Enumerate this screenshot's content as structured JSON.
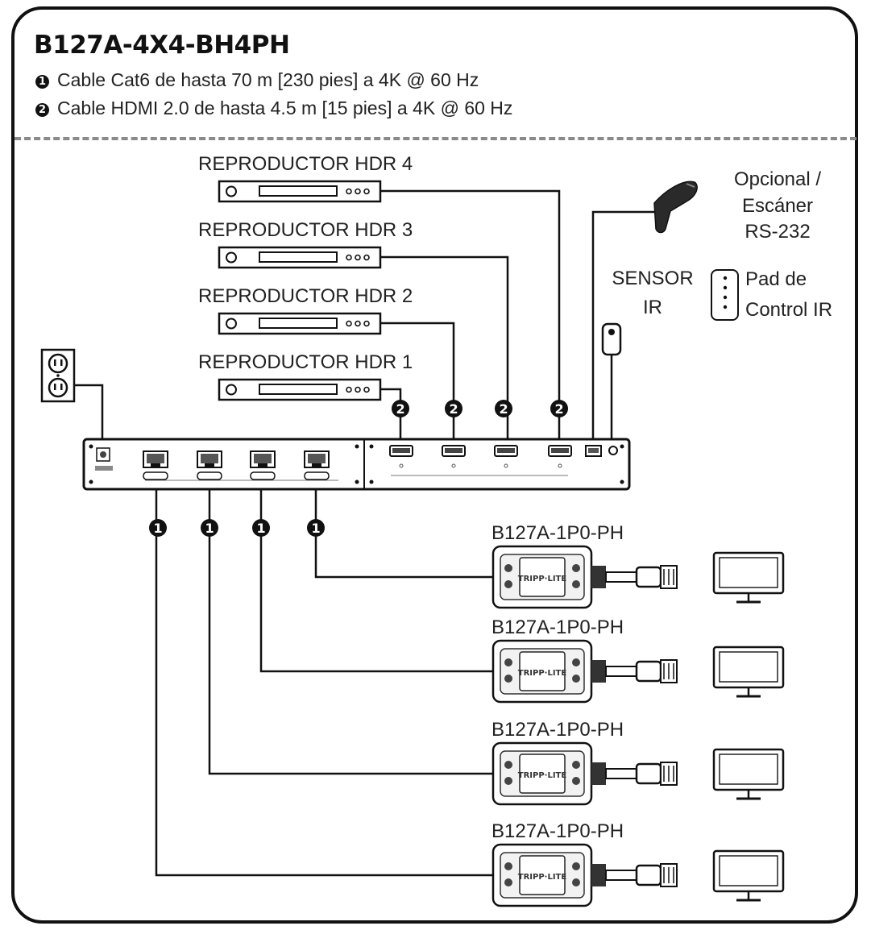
{
  "title": "B127A-4X4-BH4PH",
  "legend": [
    {
      "marker": "1",
      "text": "Cable Cat6 de hasta 70 m [230 pies] a 4K @ 60 Hz"
    },
    {
      "marker": "2",
      "text": "Cable HDMI 2.0 de hasta 4.5 m [15 pies] a 4K @ 60 Hz"
    }
  ],
  "sources": [
    {
      "label": "REPRODUCTOR HDR 4"
    },
    {
      "label": "REPRODUCTOR HDR 3"
    },
    {
      "label": "REPRODUCTOR HDR 2"
    },
    {
      "label": "REPRODUCTOR HDR 1"
    }
  ],
  "scanner": {
    "line1": "Opcional /",
    "line2": "Escáner",
    "line3": "RS-232"
  },
  "ir_sensor": {
    "line1": "SENSOR",
    "line2": "IR"
  },
  "ir_pad": {
    "line1": "Pad de",
    "line2": "Control IR"
  },
  "receivers": [
    {
      "label": "B127A-1P0-PH"
    },
    {
      "label": "B127A-1P0-PH"
    },
    {
      "label": "B127A-1P0-PH"
    },
    {
      "label": "B127A-1P0-PH"
    }
  ],
  "markers": {
    "cat6": "1",
    "hdmi": "2"
  }
}
